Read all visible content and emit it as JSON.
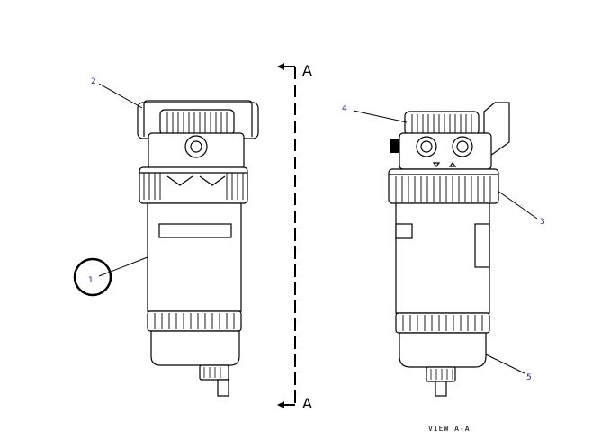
{
  "callouts": {
    "c1": "1",
    "c2": "2",
    "c3": "3",
    "c4": "4",
    "c5": "5"
  },
  "section": {
    "top_letter": "A",
    "bottom_letter": "A"
  },
  "view_label": "VIEW A-A",
  "colors": {
    "callout_text": "#1a1ab5",
    "line": "#000000",
    "background": "#ffffff"
  }
}
